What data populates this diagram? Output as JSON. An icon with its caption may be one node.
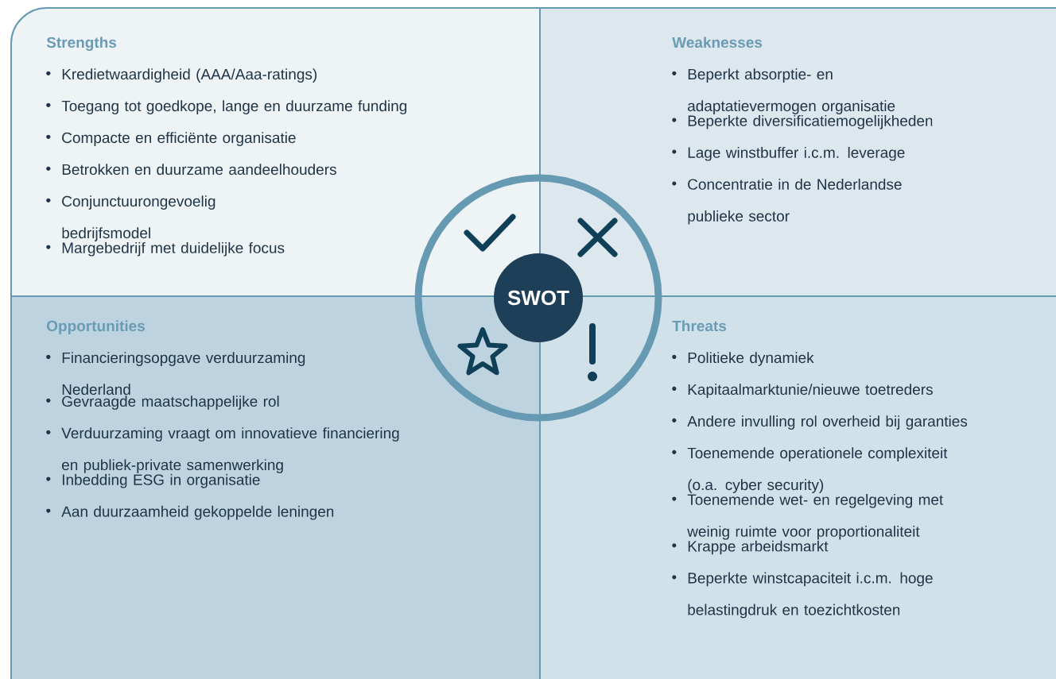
{
  "diagram": {
    "nodes": [
      {
        "text": [
          "Strengths",
          "Kredietwaardigheid (AAA/Aaa-ratings)",
          "Toegang tot goedkope, lange en duurzame funding",
          "Compacte en efficiënte organisatie",
          "Betrokken en duurzame aandeelhouders",
          "Conjunctuurongevoelig bedrijfsmodel",
          "Margebedrijf met duidelijke focus"
        ]
      },
      {
        "text": [
          "Weaknesses",
          "Beperkt absorptie- en adaptatievermogen organisatie",
          "Beperkte diversificatiemogelijkheden",
          "Lage winstbuffer i.c.m. leverage",
          "Concentratie in de Nederlandse publieke sector"
        ]
      },
      {
        "text": [
          "Opportunities",
          "Financieringsopgave verduurzaming Nederland",
          "Gevraagde maatschappelijke rol",
          "Verduurzaming vraagt om innovatieve financiering en publiek-private samenwerking",
          "Inbedding ESG in organisatie",
          "Aan duurzaamheid gekoppelde leningen"
        ]
      },
      {
        "text": [
          "Threats",
          "Politieke dynamiek",
          "Kapitaalmarktunie/nieuwe toetreders",
          "Andere invulling rol overheid bij garanties",
          "Toenemende operationele complexiteit (o.a. cyber security)",
          "Toenemende wet- en regelgeving met weinig ruimte voor proportionaliteit",
          "Krappe arbeidsmarkt",
          "Beperkte winstcapaciteit i.c.m. hoge belastingdruk en toezichtkosten"
        ]
      },
      {
        "text": [
          "SWOT"
        ]
      }
    ]
  }
}
